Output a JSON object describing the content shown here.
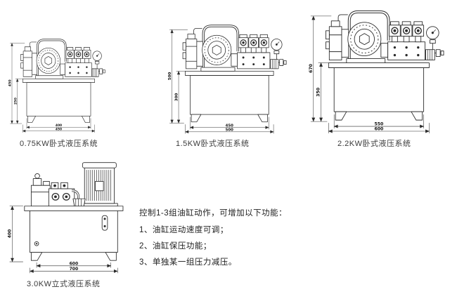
{
  "page": {
    "background": "#ffffff",
    "line_ink": "#2b2b2b",
    "text_ink": "#333333"
  },
  "diagrams": [
    {
      "caption": "0.75KW卧式液压系统",
      "dims": {
        "total_height": "450",
        "tank_height": "250",
        "inner_width": "400",
        "outer_width": "450"
      }
    },
    {
      "caption": "1.5KW卧式液压系统",
      "dims": {
        "total_height": "500",
        "tank_height": "300",
        "inner_width": "450",
        "outer_width": "500"
      }
    },
    {
      "caption": "2.2KW卧式液压系统",
      "dims": {
        "total_height": "670",
        "tank_height": "350",
        "inner_width": "550",
        "outer_width": "600"
      }
    },
    {
      "caption": "3.0KW立式液压系统",
      "dims": {
        "tank_height": "400",
        "inner_width": "600",
        "outer_width": "700"
      }
    }
  ],
  "notes": {
    "heading": "控制1-3组油缸动作，可增加以下功能：",
    "items": [
      "1、油缸运动速度可调；",
      "2、油缸保压功能；",
      "3、单独某一组压力减压。"
    ]
  }
}
